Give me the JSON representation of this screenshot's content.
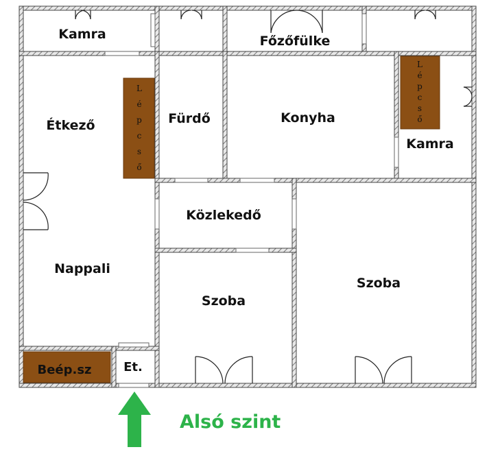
{
  "rooms": {
    "kamra_top": "Kamra",
    "fozofulke": "Főzőfülke",
    "etkezo": "Étkező",
    "furdo": "Fürdő",
    "konyha": "Konyha",
    "kamra_right": "Kamra",
    "kozlekedo": "Közlekedő",
    "nappali": "Nappali",
    "szoba_left": "Szoba",
    "szoba_right": "Szoba",
    "beep_sz": "Beép.sz",
    "et": "Et."
  },
  "stairs": {
    "left": [
      "L",
      "é",
      "p",
      "c",
      "s",
      "ő"
    ],
    "right": [
      "L",
      "é",
      "p",
      "c",
      "s",
      "ő"
    ]
  },
  "caption": "Alsó szint",
  "colors": {
    "wall": "#555555",
    "stair_fill": "#8B4F14",
    "arrow": "#2DB34A",
    "caption": "#2DB34A"
  }
}
